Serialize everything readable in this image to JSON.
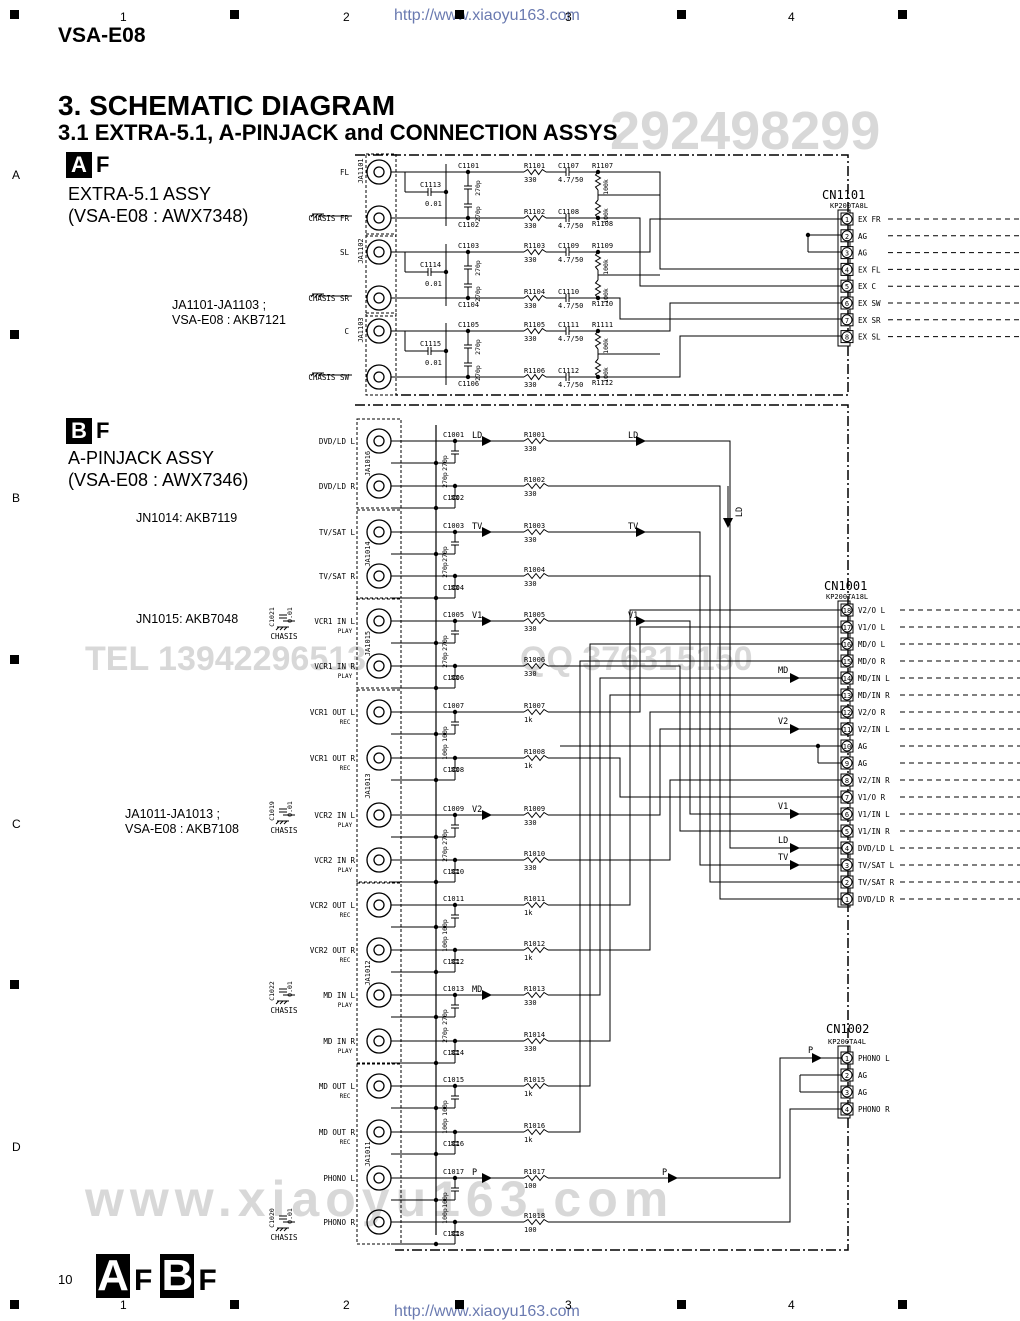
{
  "header": {
    "model": "VSA-E08",
    "url": "http://www.xiaoyu163.com",
    "title": "3. SCHEMATIC DIAGRAM",
    "subtitle": "3.1 EXTRA-5.1, A-PINJACK and CONNECTION ASSYS"
  },
  "grid": {
    "cols": [
      "1",
      "2",
      "3",
      "4"
    ],
    "rows": [
      "A",
      "B",
      "C",
      "D"
    ]
  },
  "assy_a": {
    "badge": "A",
    "suffix": "F",
    "name": "EXTRA-5.1 ASSY",
    "model": "(VSA-E08 : AWX7348)",
    "note1": "JA1101-JA1103 ;",
    "note2": "VSA-E08 : AKB7121"
  },
  "assy_b": {
    "badge": "B",
    "suffix": "F",
    "name": "A-PINJACK ASSY",
    "model": "(VSA-E08 : AWX7346)",
    "note_jn1014": "JN1014: AKB7119",
    "note_jn1015": "JN1015: AKB7048",
    "note1": "JA1011-JA1013 ;",
    "note2": "VSA-E08 : AKB7108"
  },
  "watermarks": [
    "292498299",
    "www.xiaoyu163.com",
    "TEL 13942296513",
    "QQ 376315150"
  ],
  "footer": {
    "page": "10"
  },
  "extra": {
    "jacks": [
      {
        "ref": "JA1101",
        "top": "FL",
        "bottom": "FR",
        "c_top": "C1101",
        "c_bot": "C1102",
        "r_top": "R1101",
        "r_bot": "R1102",
        "e_top": "C1107",
        "e_bot": "C1108",
        "b_top": "R1107",
        "b_bot": "R1108",
        "cap": "C1113"
      },
      {
        "ref": "JA1102",
        "top": "SL",
        "bottom": "SR",
        "c_top": "C1103",
        "c_bot": "C1104",
        "r_top": "R1103",
        "r_bot": "R1104",
        "e_top": "C1109",
        "e_bot": "C1110",
        "b_top": "R1109",
        "b_bot": "R1110",
        "cap": "C1114"
      },
      {
        "ref": "JA1103",
        "top": "C",
        "bottom": "SW",
        "c_top": "C1105",
        "c_bot": "C1106",
        "r_top": "R1105",
        "r_bot": "R1106",
        "e_top": "C1111",
        "e_bot": "C1112",
        "b_top": "R1111",
        "b_bot": "R1112",
        "cap": "C1115"
      }
    ],
    "chassis": "CHASIS",
    "cap_value": "0.01",
    "c_value": "270p",
    "r_value": "330",
    "e_value": "4.7/50",
    "b_value": "100k",
    "connector": {
      "ref": "CN1101",
      "part": "KP200TA8L",
      "pins": [
        {
          "n": "1",
          "label": "EX FR"
        },
        {
          "n": "2",
          "label": "AG"
        },
        {
          "n": "3",
          "label": "AG"
        },
        {
          "n": "4",
          "label": "EX FL"
        },
        {
          "n": "5",
          "label": "EX C"
        },
        {
          "n": "6",
          "label": "EX SW"
        },
        {
          "n": "7",
          "label": "EX SR"
        },
        {
          "n": "8",
          "label": "EX SL"
        }
      ]
    }
  },
  "pinjack": {
    "channels": [
      {
        "label": "DVD/LD  L",
        "sub": "",
        "c": "C1001",
        "cv": "270p",
        "r": "R1001",
        "rv": "330",
        "sig": "LD"
      },
      {
        "label": "DVD/LD  R",
        "sub": "",
        "c": "C1002",
        "cv": "270p",
        "r": "R1002",
        "rv": "330",
        "sig": ""
      },
      {
        "label": "TV/SAT  L",
        "sub": "",
        "c": "C1003",
        "cv": "270p",
        "r": "R1003",
        "rv": "330",
        "sig": "TV"
      },
      {
        "label": "TV/SAT  R",
        "sub": "",
        "c": "C1004",
        "cv": "270p",
        "r": "R1004",
        "rv": "330",
        "sig": ""
      },
      {
        "label": "VCR1  IN  L",
        "sub": "PLAY",
        "c": "C1005",
        "cv": "270p",
        "r": "R1005",
        "rv": "330",
        "sig": "V1"
      },
      {
        "label": "VCR1  IN  R",
        "sub": "PLAY",
        "c": "C1006",
        "cv": "270p",
        "r": "R1006",
        "rv": "330",
        "sig": ""
      },
      {
        "label": "VCR1  OUT  L",
        "sub": "REC",
        "c": "C1007",
        "cv": "100p",
        "r": "R1007",
        "rv": "1k",
        "sig": ""
      },
      {
        "label": "VCR1  OUT  R",
        "sub": "REC",
        "c": "C1008",
        "cv": "100p",
        "r": "R1008",
        "rv": "1k",
        "sig": ""
      },
      {
        "label": "VCR2  IN  L",
        "sub": "PLAY",
        "c": "C1009",
        "cv": "270p",
        "r": "R1009",
        "rv": "330",
        "sig": "V2"
      },
      {
        "label": "VCR2  IN  R",
        "sub": "PLAY",
        "c": "C1010",
        "cv": "270p",
        "r": "R1010",
        "rv": "330",
        "sig": ""
      },
      {
        "label": "VCR2  OUT  L",
        "sub": "REC",
        "c": "C1011",
        "cv": "100p",
        "r": "R1011",
        "rv": "1k",
        "sig": ""
      },
      {
        "label": "VCR2  OUT  R",
        "sub": "REC",
        "c": "C1012",
        "cv": "100p",
        "r": "R1012",
        "rv": "1k",
        "sig": ""
      },
      {
        "label": "MD  IN  L",
        "sub": "PLAY",
        "c": "C1013",
        "cv": "270p",
        "r": "R1013",
        "rv": "330",
        "sig": "MD"
      },
      {
        "label": "MD  IN  R",
        "sub": "PLAY",
        "c": "C1014",
        "cv": "270p",
        "r": "R1014",
        "rv": "330",
        "sig": ""
      },
      {
        "label": "MD  OUT  L",
        "sub": "REC",
        "c": "C1015",
        "cv": "100p",
        "r": "R1015",
        "rv": "1k",
        "sig": ""
      },
      {
        "label": "MD  OUT  R",
        "sub": "REC",
        "c": "C1016",
        "cv": "100p",
        "r": "R1016",
        "rv": "1k",
        "sig": ""
      },
      {
        "label": "PHONO  L",
        "sub": "",
        "c": "C1017",
        "cv": "100p",
        "r": "R1017",
        "rv": "100",
        "sig": "P"
      },
      {
        "label": "PHONO  R",
        "sub": "",
        "c": "C1018",
        "cv": "100p",
        "r": "R1018",
        "rv": "100",
        "sig": ""
      }
    ],
    "jack_refs": [
      "JA1016",
      "JA1014",
      "JA1015",
      "JA1013",
      "JA1012",
      "JA1011"
    ],
    "chassis_caps": [
      {
        "ref": "C1021",
        "v": "0.01"
      },
      {
        "ref": "C1019",
        "v": "0.01"
      },
      {
        "ref": "C1022",
        "v": "0.01"
      },
      {
        "ref": "C1020",
        "v": "0.01"
      }
    ],
    "mid_signals": [
      "LD",
      "TV",
      "V1"
    ],
    "vert_signal": "LD",
    "cn1001": {
      "ref": "CN1001",
      "part": "KP200TA18L",
      "pins": [
        {
          "n": "18",
          "label": "V2/O L"
        },
        {
          "n": "17",
          "label": "V1/O L"
        },
        {
          "n": "16",
          "label": "MD/O L"
        },
        {
          "n": "15",
          "label": "MD/O R"
        },
        {
          "n": "14",
          "label": "MD/IN L"
        },
        {
          "n": "13",
          "label": "MD/IN R"
        },
        {
          "n": "12",
          "label": "V2/O R"
        },
        {
          "n": "11",
          "label": "V2/IN L"
        },
        {
          "n": "10",
          "label": "AG"
        },
        {
          "n": "9",
          "label": "AG"
        },
        {
          "n": "8",
          "label": "V2/IN R"
        },
        {
          "n": "7",
          "label": "V1/O R"
        },
        {
          "n": "6",
          "label": "V1/IN L"
        },
        {
          "n": "5",
          "label": "V1/IN R"
        },
        {
          "n": "4",
          "label": "DVD/LD L"
        },
        {
          "n": "3",
          "label": "TV/SAT L"
        },
        {
          "n": "2",
          "label": "TV/SAT R"
        },
        {
          "n": "1",
          "label": "DVD/LD R"
        }
      ],
      "arrows": [
        {
          "pin": "14",
          "sig": "MD"
        },
        {
          "pin": "11",
          "sig": "V2"
        },
        {
          "pin": "6",
          "sig": "V1"
        },
        {
          "pin": "4",
          "sig": "LD"
        },
        {
          "pin": "3",
          "sig": "TV"
        }
      ]
    },
    "cn1002": {
      "ref": "CN1002",
      "part": "KP200TA4L",
      "pins": [
        {
          "n": "1",
          "label": "PHONO L"
        },
        {
          "n": "2",
          "label": "AG"
        },
        {
          "n": "3",
          "label": "AG"
        },
        {
          "n": "4",
          "label": "PHONO R"
        }
      ],
      "arrow": "P"
    },
    "phono_signal": "P"
  }
}
